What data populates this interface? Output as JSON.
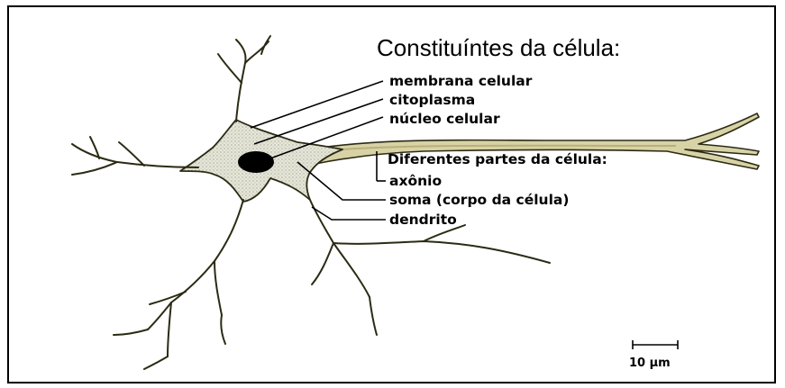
{
  "title": "Constituíntes da célula:",
  "labels": {
    "membrana": "membrana celular",
    "citoplasma": "citoplasma",
    "nucleo": "núcleo celular",
    "partes_heading": "Diferentes partes da célula:",
    "axonio": "axônio",
    "soma": "soma (corpo da célula)",
    "dendrito": "dendrito"
  },
  "scale_bar": {
    "label": "10 μm"
  },
  "colors": {
    "outline": "#2b2b14",
    "cytoplasm": "#e3e3d6",
    "fiber_fill": "#c9c28a",
    "nucleus": "#000000"
  }
}
